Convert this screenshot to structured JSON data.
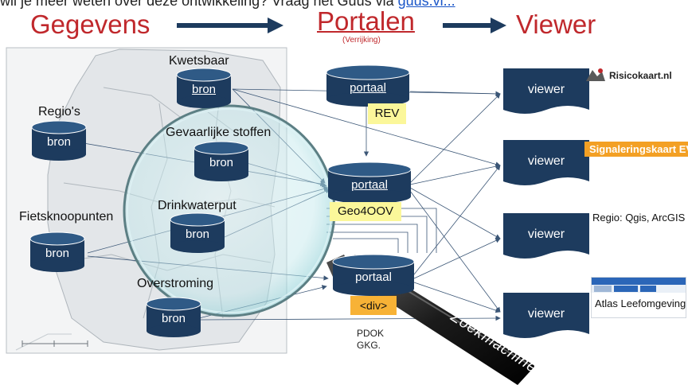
{
  "top_text": {
    "prefix": "wil je meer weten over deze ontwikkeling? Vraag het Guus via ",
    "link": "guus.vi..."
  },
  "headers": {
    "data": "Gegevens",
    "portals": "Portalen",
    "portals_sub": "(Verrijking)",
    "viewer": "Viewer"
  },
  "sources": [
    {
      "label": "Kwetsbaar",
      "cylinder": "bron"
    },
    {
      "label": "Regio's",
      "cylinder": "bron"
    },
    {
      "label": "Gevaarlijke stoffen",
      "cylinder": "bron"
    },
    {
      "label": "Drinkwaterput",
      "cylinder": "bron"
    },
    {
      "label": "Fietsknoopunten",
      "cylinder": "bron"
    },
    {
      "label": "Overstroming",
      "cylinder": "bron"
    }
  ],
  "portals": [
    {
      "cylinder": "portaal",
      "tag": "REV"
    },
    {
      "cylinder": "portaal",
      "tag": "Geo4OOV"
    },
    {
      "cylinder": "portaal",
      "tag": "<div>",
      "note": [
        "PDOK",
        "GKG."
      ]
    }
  ],
  "viewers": [
    {
      "label": "viewer",
      "badge": "Risicokaart.nl"
    },
    {
      "label": "viewer",
      "badge": "Signaleringskaart EV"
    },
    {
      "label": "viewer",
      "badge": "Regio: Qgis, ArcGIS"
    },
    {
      "label": "viewer",
      "badge": "Atlas Leefomgeving"
    }
  ],
  "magnifier_text": "Zoekmachine",
  "colors": {
    "navy": "#1d3b5e",
    "header_red": "#c0282c",
    "rev_yellow": "#fbf79a",
    "div_orange": "#f7b236",
    "signal_orange": "#f3a024"
  }
}
